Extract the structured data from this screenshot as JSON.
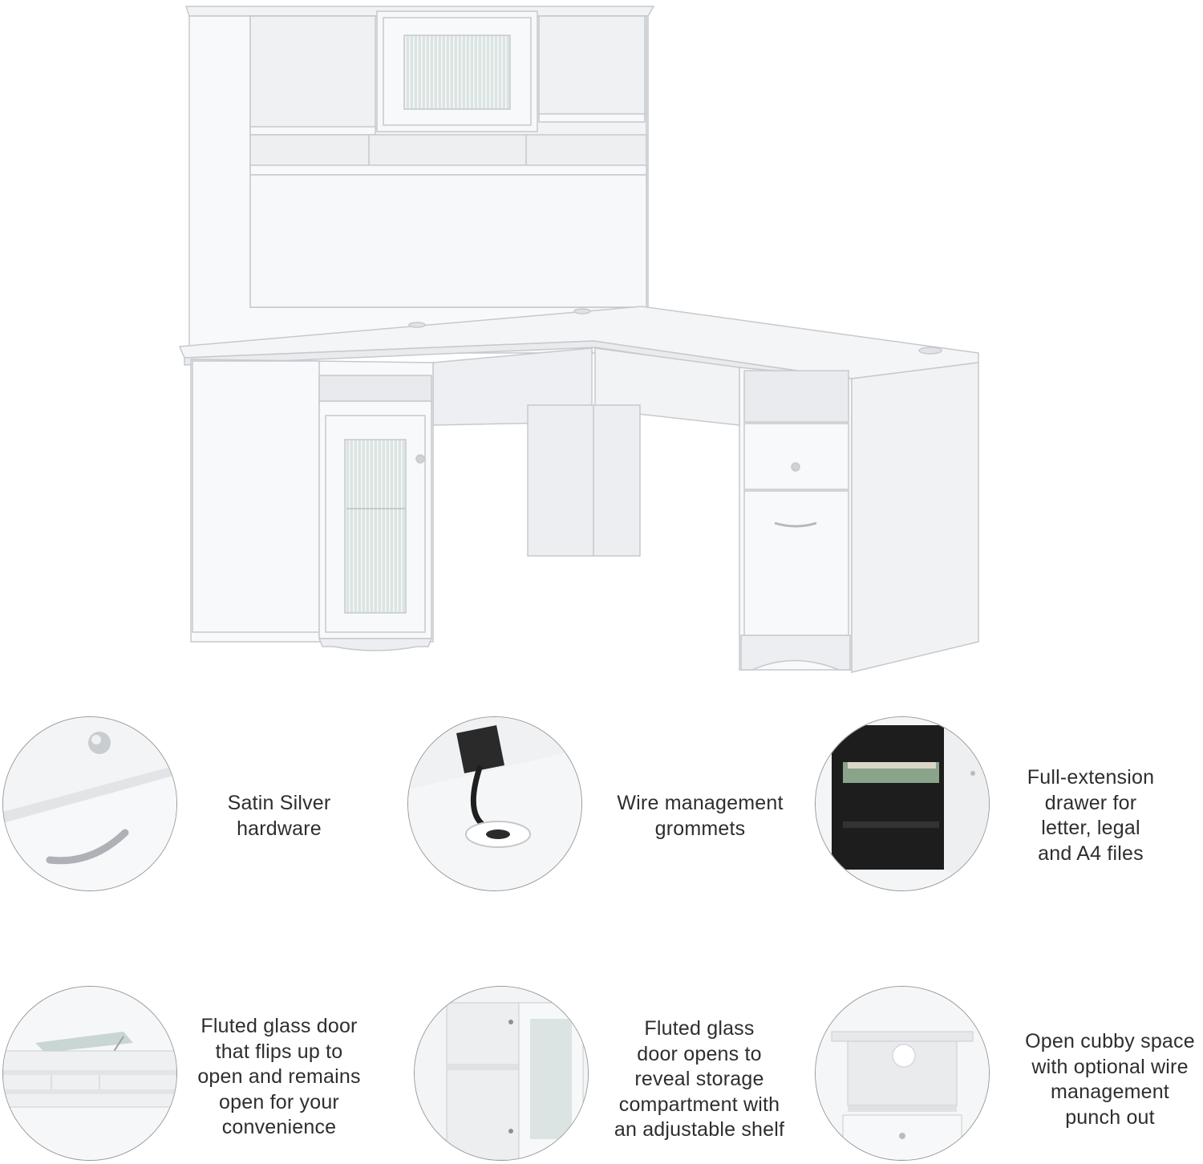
{
  "features": [
    {
      "id": "hardware",
      "icon": "satin-silver-knob-and-pull",
      "lines": [
        "Satin Silver",
        "hardware"
      ]
    },
    {
      "id": "grommets",
      "icon": "wire-grommet-with-cable",
      "lines": [
        "Wire management",
        "grommets"
      ]
    },
    {
      "id": "file-drawer",
      "icon": "open-file-drawer",
      "lines": [
        "Full-extension",
        "drawer for",
        "letter, legal",
        "and A4 files"
      ]
    },
    {
      "id": "flip-door",
      "icon": "hutch-flip-up-door",
      "lines": [
        "Fluted glass door",
        "that flips up to",
        "open and remains",
        "open for your",
        "convenience"
      ]
    },
    {
      "id": "cabinet-door",
      "icon": "open-cabinet-door-shelf",
      "lines": [
        "Fluted glass",
        "door opens to",
        "reveal storage",
        "compartment with",
        "an adjustable shelf"
      ]
    },
    {
      "id": "cubby",
      "icon": "open-cubby-punch-out",
      "lines": [
        "Open cubby space",
        "with optional wire",
        "management",
        "punch out"
      ]
    }
  ],
  "colors": {
    "desk_white": "#f7f8f9",
    "line": "#c9ccd0",
    "glass": "#dfe7e6",
    "text": "#2e2e2e"
  }
}
